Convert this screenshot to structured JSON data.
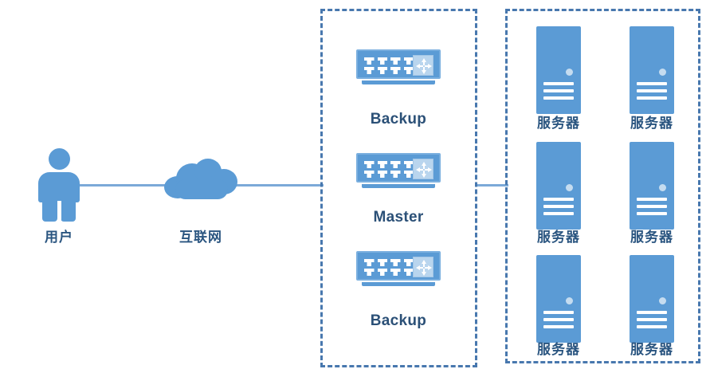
{
  "diagram": {
    "title": "Network architecture: user to internet to switch cluster to server farm",
    "colors": {
      "primary_blue": "#5b9bd5",
      "light_blue": "#b9d5ee",
      "wire_blue": "#7ba9d8",
      "dashed_border": "#4878ae",
      "label_text": "#2a5580"
    }
  },
  "nodes": {
    "user": {
      "label": "用户",
      "icon": "person-icon"
    },
    "internet": {
      "label": "互联网",
      "icon": "cloud-icon"
    }
  },
  "switch_group": {
    "items": [
      {
        "label": "Backup",
        "icon": "network-switch-icon"
      },
      {
        "label": "Master",
        "icon": "network-switch-icon"
      },
      {
        "label": "Backup",
        "icon": "network-switch-icon"
      }
    ]
  },
  "server_group": {
    "items": [
      {
        "label": "服务器",
        "icon": "server-icon"
      },
      {
        "label": "服务器",
        "icon": "server-icon"
      },
      {
        "label": "服务器",
        "icon": "server-icon"
      },
      {
        "label": "服务器",
        "icon": "server-icon"
      },
      {
        "label": "服务器",
        "icon": "server-icon"
      },
      {
        "label": "服务器",
        "icon": "server-icon"
      }
    ]
  },
  "connections": [
    {
      "from": "user",
      "to": "internet"
    },
    {
      "from": "internet",
      "to": "switch_group"
    },
    {
      "from": "switch_group",
      "to": "server_group"
    }
  ]
}
